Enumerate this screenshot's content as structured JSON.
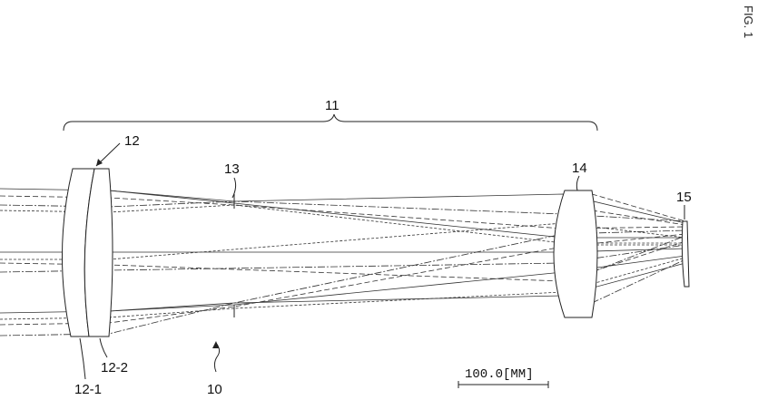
{
  "figure": {
    "fig_label": "FIG. 1",
    "labels": {
      "system": "10",
      "group": "11",
      "lens_first": "12",
      "lens_first_part1": "12-1",
      "lens_first_part2": "12-2",
      "stop": "13",
      "lens_second": "14",
      "image_plane": "15"
    },
    "scale_bar": "100.0[MM]",
    "colors": {
      "line": "#222222",
      "ray": "#333333",
      "background": "#ffffff"
    }
  }
}
